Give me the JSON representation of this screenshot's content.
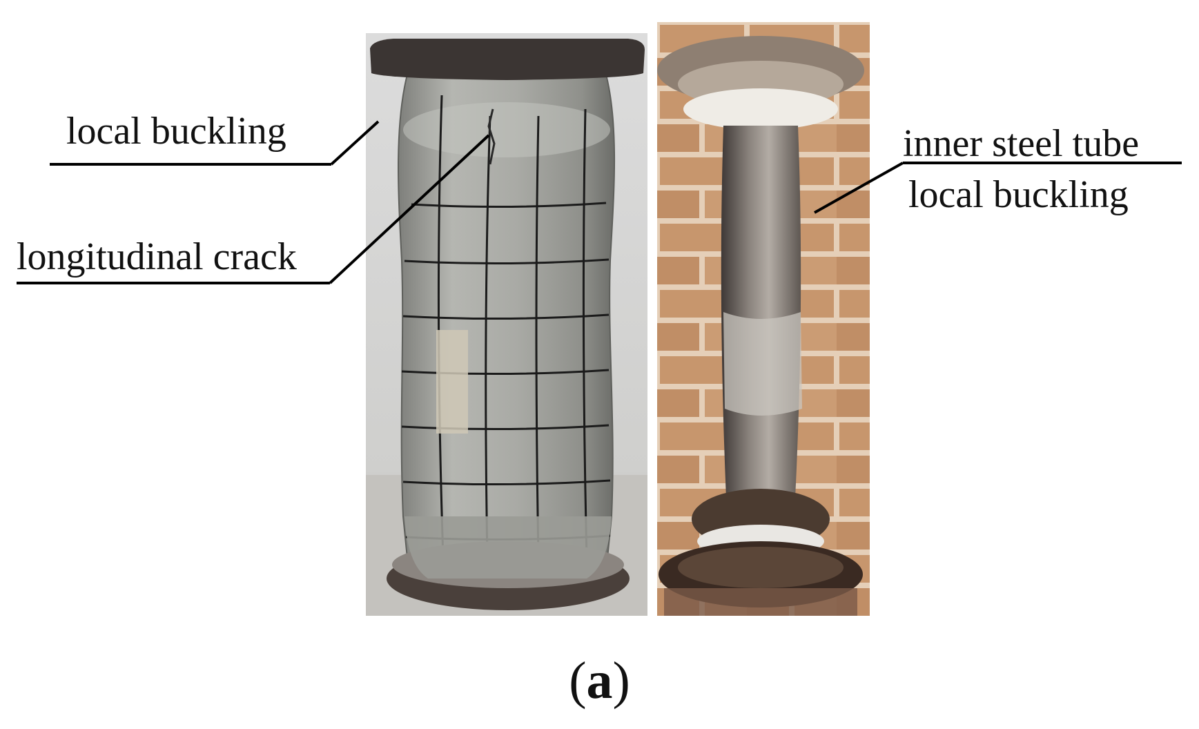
{
  "annotations": {
    "local_buckling": "local buckling",
    "longitudinal_crack": "longitudinal crack",
    "inner_steel_tube": "inner steel tube",
    "inner_local_buckling": "local buckling"
  },
  "caption": {
    "open": "(",
    "letter": "a",
    "close": ")"
  },
  "colors": {
    "outer_tube": "#a7a8a4",
    "end_plate": "#3a3432",
    "grid_lines": "#1a1a1a",
    "brick": "#c99a72",
    "mortar": "#e8d3bd",
    "inner_tube": "#6f6863",
    "rust": "#5a3a2a"
  }
}
